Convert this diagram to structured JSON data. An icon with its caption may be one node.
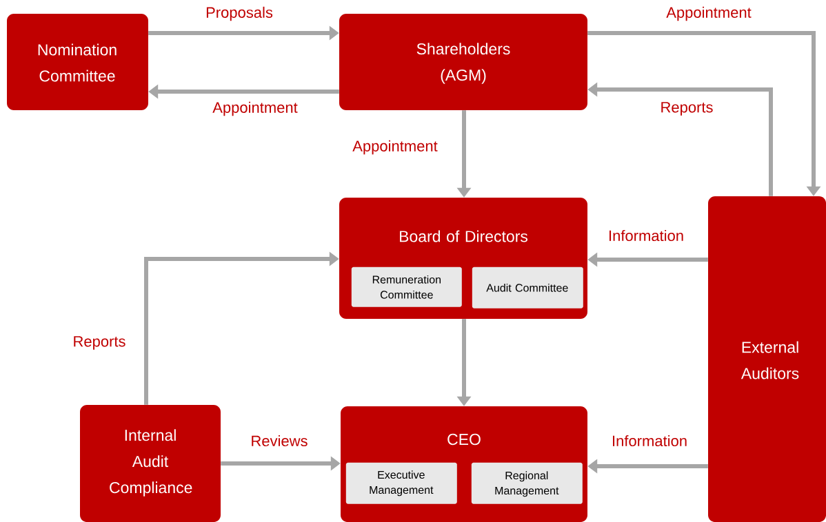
{
  "diagram": {
    "nodes": [
      {
        "text": [
          "Nomination Committee"
        ]
      },
      {
        "text": [
          "Shareholders (AGM)"
        ]
      },
      {
        "text": [
          "Board of Directors"
        ]
      },
      {
        "text": [
          "Remuneration Committee"
        ],
        "in": 2
      },
      {
        "text": [
          "Audit Committee"
        ],
        "in": 2
      },
      {
        "text": [
          "External Auditors"
        ]
      },
      {
        "text": [
          "Internal Audit Compliance"
        ]
      },
      {
        "text": [
          "CEO"
        ]
      },
      {
        "text": [
          "Executive Management"
        ],
        "in": 7
      },
      {
        "text": [
          "Regional Management"
        ],
        "in": 7
      }
    ],
    "edges": [
      {
        "from": 0,
        "to": 1,
        "arrow": "to",
        "label": "Proposals"
      },
      {
        "from": 1,
        "to": 0,
        "arrow": "to",
        "label": "Appointment"
      },
      {
        "from": 1,
        "to": 5,
        "arrow": "to",
        "label": "Appointment"
      },
      {
        "from": 5,
        "to": 1,
        "arrow": "to",
        "label": "Reports"
      },
      {
        "from": 1,
        "to": 2,
        "arrow": "to",
        "label": "Appointment"
      },
      {
        "from": 5,
        "to": 2,
        "arrow": "to",
        "label": "Information"
      },
      {
        "from": 6,
        "to": 2,
        "arrow": "to",
        "label": "Reports"
      },
      {
        "from": 2,
        "to": 7,
        "arrow": "to"
      },
      {
        "from": 6,
        "to": 7,
        "arrow": "to",
        "label": "Reviews"
      },
      {
        "from": 5,
        "to": 7,
        "arrow": "to",
        "label": "Information"
      }
    ]
  }
}
